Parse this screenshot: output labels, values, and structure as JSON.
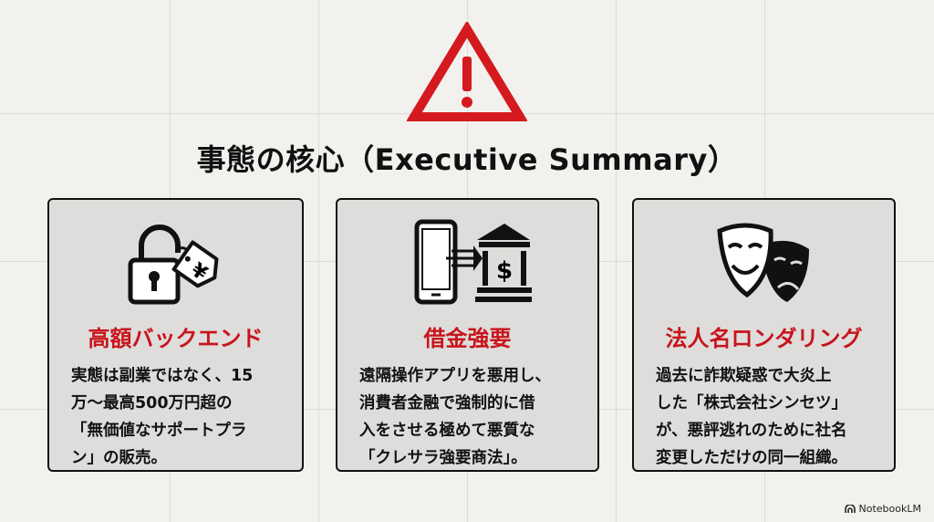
{
  "title": "事態の核心（Executive Summary）",
  "cards": [
    {
      "heading": "高額バックエンド",
      "body_lines": [
        "実態は副業ではなく、15",
        "万〜最高500万円超の",
        "「無価値なサポートプラ",
        "ン」の販売。"
      ],
      "tag_symbol": "¥",
      "icon": "padlock-price-tag-icon"
    },
    {
      "heading": "借金強要",
      "body_lines": [
        "遠隔操作アプリを悪用し、",
        "消費者金融で強制的に借",
        "入をさせる極めて悪質な",
        "「クレサラ強要商法」。"
      ],
      "bank_symbol": "$",
      "icon": "phone-to-bank-icon"
    },
    {
      "heading": "法人名ロンダリング",
      "body_lines": [
        "過去に詐欺疑惑で大炎上",
        "した「株式会社シンセツ」",
        "が、悪評逃れのために社名",
        "変更しただけの同一組織。"
      ],
      "icon": "theater-masks-icon"
    }
  ],
  "brand": "NotebookLM",
  "colors": {
    "accent": "#c8141c",
    "card_bg": "#dedddb",
    "page_bg": "#f2f1ee"
  }
}
